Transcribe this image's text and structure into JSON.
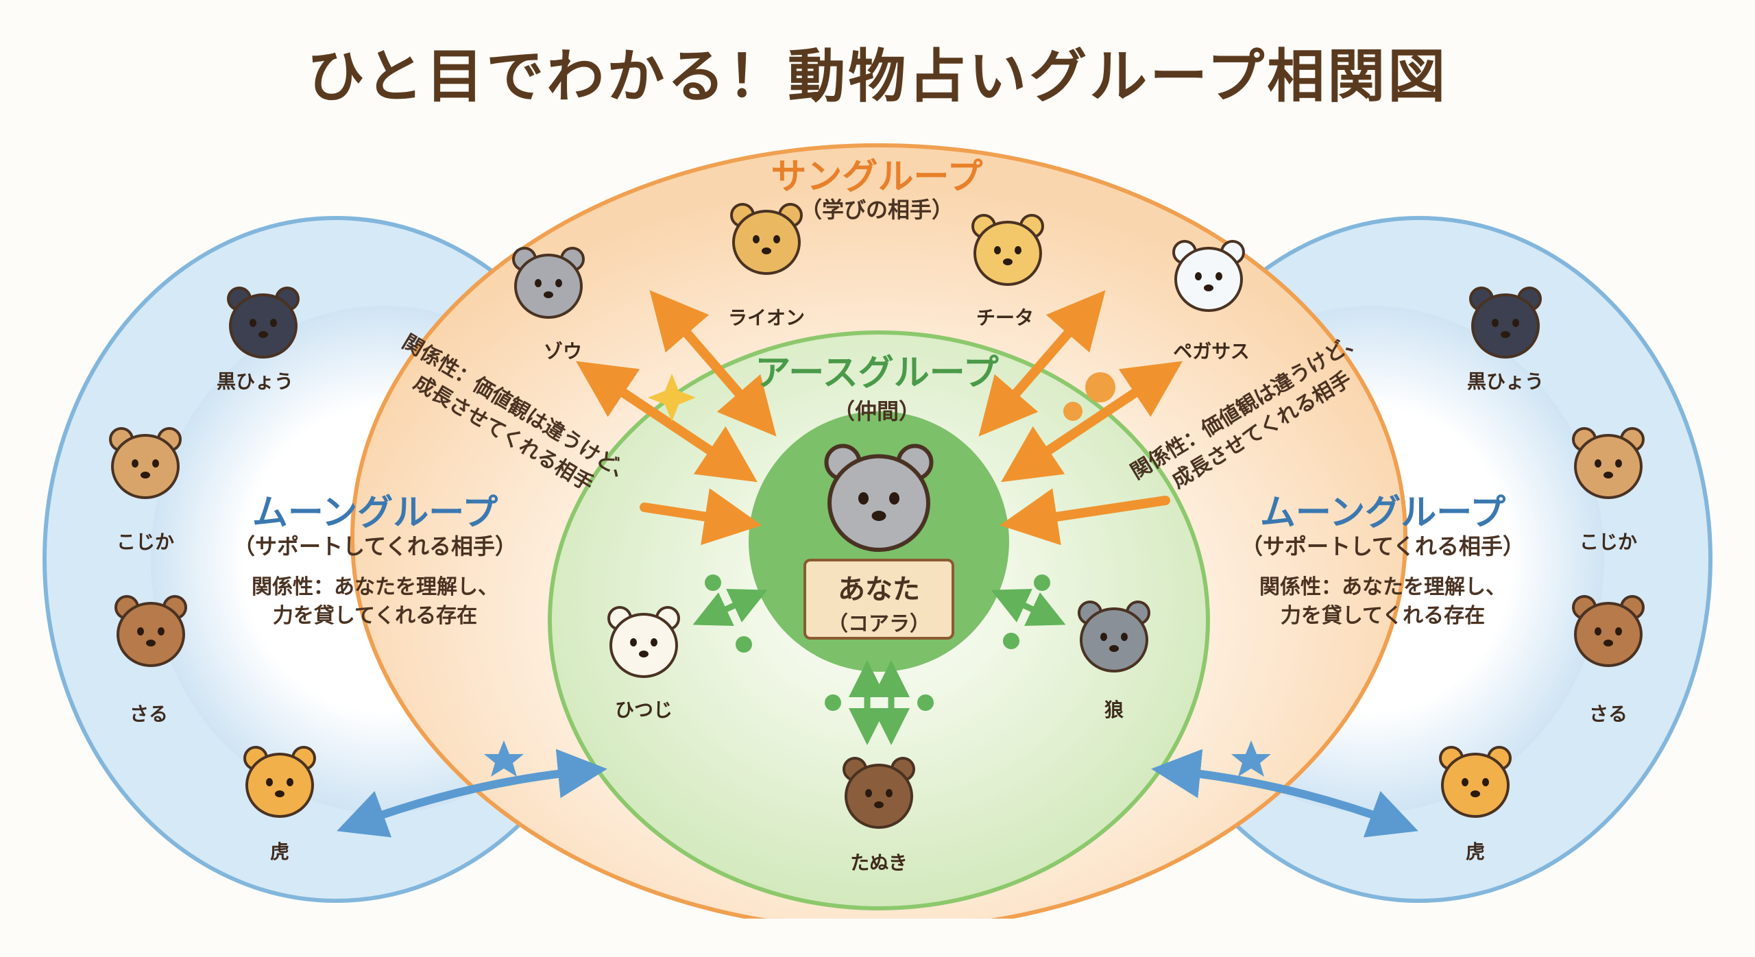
{
  "title": "ひと目でわかる！動物占いグループ相関図",
  "colors": {
    "sun": "#e8802a",
    "earth": "#4a9a4a",
    "moon": "#3a78b0",
    "text": "#4a3222"
  },
  "sun_group": {
    "name": "サングループ",
    "subtitle": "（学びの相手）",
    "relation_left": [
      "関係性：価値観は違うけど、",
      "成長させてくれる相手"
    ],
    "relation_right": [
      "関係性：価値観は違うけど、",
      "成長させてくれる相手"
    ],
    "animals": [
      {
        "label": "ゾウ",
        "color": "#a8aab0"
      },
      {
        "label": "ライオン",
        "color": "#e9b860"
      },
      {
        "label": "チータ",
        "color": "#f2c86a"
      },
      {
        "label": "ペガサス",
        "color": "#f4f8fb"
      }
    ]
  },
  "earth_group": {
    "name": "アースグループ",
    "subtitle": "（仲間）",
    "you": {
      "label": "あなた",
      "animal": "（コアラ）",
      "color": "#b0b2b6"
    },
    "animals": [
      {
        "label": "ひつじ",
        "color": "#fbf6ec"
      },
      {
        "label": "狼",
        "color": "#8a9098"
      },
      {
        "label": "たぬき",
        "color": "#8a5e3c"
      }
    ]
  },
  "moon_left": {
    "name": "ムーングループ",
    "subtitle": "（サポートしてくれる相手）",
    "relation": [
      "関係性：あなたを理解し、",
      "力を貸してくれる存在"
    ],
    "animals": [
      {
        "label": "黒ひょう",
        "color": "#3c4050"
      },
      {
        "label": "こじか",
        "color": "#d9a46a"
      },
      {
        "label": "さる",
        "color": "#b77a4a"
      },
      {
        "label": "虎",
        "color": "#f2b04a"
      }
    ]
  },
  "moon_right": {
    "name": "ムーングループ",
    "subtitle": "（サポートしてくれる相手）",
    "relation": [
      "関係性：あなたを理解し、",
      "力を貸してくれる存在"
    ],
    "animals": [
      {
        "label": "黒ひょう",
        "color": "#3c4050"
      },
      {
        "label": "こじか",
        "color": "#d9a46a"
      },
      {
        "label": "さる",
        "color": "#b77a4a"
      },
      {
        "label": "虎",
        "color": "#f2b04a"
      }
    ]
  }
}
